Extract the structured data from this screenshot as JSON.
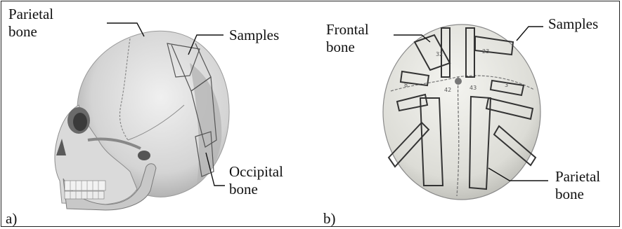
{
  "panel_a": {
    "letter": "a)",
    "labels": {
      "parietal": "Parietal\nbone",
      "samples": "Samples",
      "occipital": "Occipital\nbone"
    }
  },
  "panel_b": {
    "letter": "b)",
    "labels": {
      "frontal": "Frontal\nbone",
      "samples": "Samples",
      "parietal": "Parietal\nbone"
    }
  }
}
